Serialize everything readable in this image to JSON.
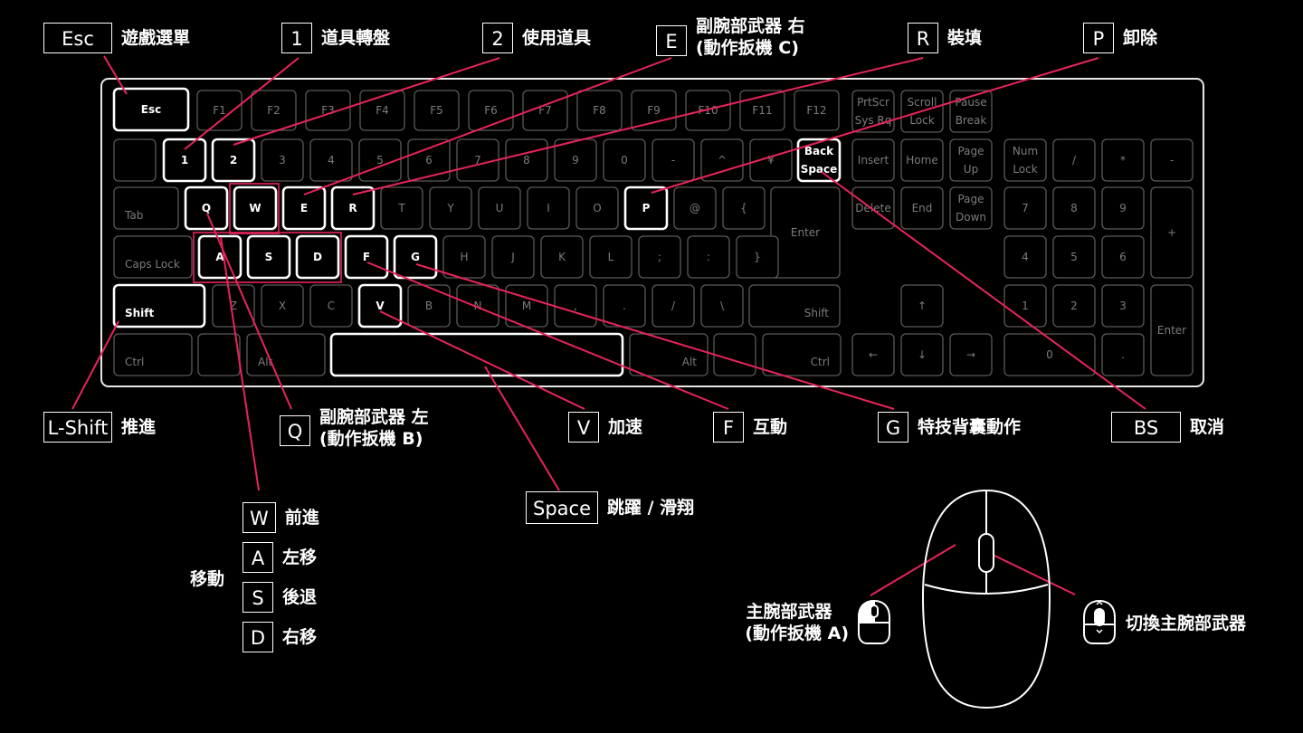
{
  "colors": {
    "accent": "#e8245b",
    "key_border": "#5a5a5a",
    "highlight": "#ffffff",
    "background": "#000000"
  },
  "keyboard": {
    "row_fn": [
      "Esc",
      "F1",
      "F2",
      "F3",
      "F4",
      "F5",
      "F6",
      "F7",
      "F8",
      "F9",
      "F10",
      "F11",
      "F12"
    ],
    "row_num": [
      "1",
      "2",
      "3",
      "4",
      "5",
      "6",
      "7",
      "8",
      "9",
      "0",
      "-",
      "^",
      "¥"
    ],
    "backspace": [
      "Back",
      "Space"
    ],
    "row_q": [
      "Tab",
      "Q",
      "W",
      "E",
      "R",
      "T",
      "Y",
      "U",
      "I",
      "O",
      "P",
      "@",
      "{"
    ],
    "enter": "Enter",
    "row_a": [
      "Caps Lock",
      "A",
      "S",
      "D",
      "F",
      "G",
      "H",
      "J",
      "K",
      "L",
      ";",
      ":",
      "}"
    ],
    "row_z": [
      "Shift",
      "Z",
      "X",
      "C",
      "V",
      "B",
      "N",
      "M",
      ",",
      ".",
      "/",
      "\\",
      "Shift"
    ],
    "row_bottom": [
      "Ctrl",
      "Alt",
      "Alt",
      "Ctrl"
    ],
    "sys": [
      [
        "PrtScr",
        "Sys Rq"
      ],
      [
        "Scroll",
        "Lock"
      ],
      [
        "Pause",
        "Break"
      ]
    ],
    "nav": [
      "Insert",
      "Home",
      [
        "Page",
        "Up"
      ],
      "Delete",
      "End",
      [
        "Page",
        "Down"
      ]
    ],
    "arrows": [
      "↑",
      "←",
      "↓",
      "→"
    ],
    "numpad": {
      "numlock": [
        "Num",
        "Lock"
      ],
      "ops": [
        "/",
        "*",
        "-"
      ],
      "r1": [
        "7",
        "8",
        "9"
      ],
      "plus": "+",
      "r2": [
        "4",
        "5",
        "6"
      ],
      "r3": [
        "1",
        "2",
        "3"
      ],
      "enter": "Enter",
      "zero": "0",
      "dot": "."
    }
  },
  "labels": {
    "esc": {
      "key": "Esc",
      "text": "遊戲選單"
    },
    "k1": {
      "key": "1",
      "text": "道具轉盤"
    },
    "k2": {
      "key": "2",
      "text": "使用道具"
    },
    "e": {
      "key": "E",
      "line1": "副腕部武器 右",
      "line2": "(動作扳機 C)"
    },
    "r": {
      "key": "R",
      "text": "裝填"
    },
    "p": {
      "key": "P",
      "text": "卸除"
    },
    "lshift": {
      "key": "L-Shift",
      "text": "推進"
    },
    "q": {
      "key": "Q",
      "line1": "副腕部武器 左",
      "line2": "(動作扳機 B)"
    },
    "v": {
      "key": "V",
      "text": "加速"
    },
    "f": {
      "key": "F",
      "text": "互動"
    },
    "g": {
      "key": "G",
      "text": "特技背囊動作"
    },
    "bs": {
      "key": "BS",
      "text": "取消"
    },
    "space": {
      "key": "Space",
      "text": "跳躍 / 滑翔"
    }
  },
  "movement": {
    "title": "移動",
    "items": [
      {
        "key": "W",
        "text": "前進"
      },
      {
        "key": "A",
        "text": "左移"
      },
      {
        "key": "S",
        "text": "後退"
      },
      {
        "key": "D",
        "text": "右移"
      }
    ]
  },
  "mouse": {
    "left": {
      "line1": "主腕部武器",
      "line2": "(動作扳機 A)"
    },
    "wheel": {
      "text": "切換主腕部武器"
    }
  }
}
